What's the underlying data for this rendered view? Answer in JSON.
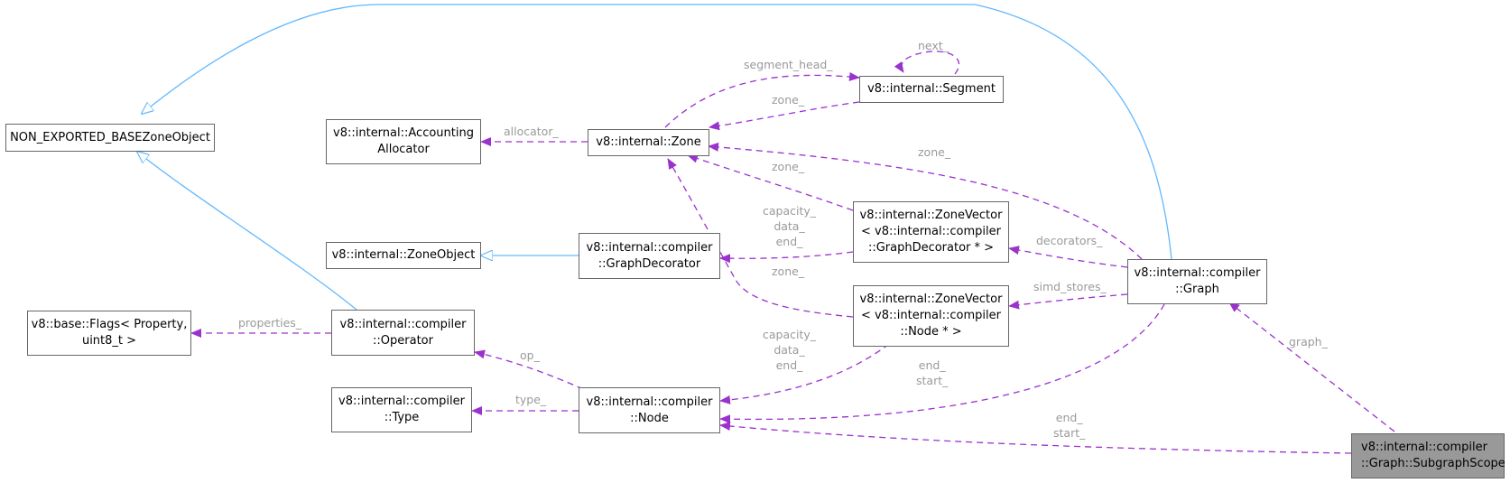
{
  "nodes": {
    "subgraph_scope": [
      "v8::internal::compiler",
      "::Graph::SubgraphScope"
    ],
    "graph": [
      "v8::internal::compiler",
      "::Graph"
    ],
    "non_exported": [
      "NON_EXPORTED_BASEZoneObject"
    ],
    "zone_vector_decorator": [
      "v8::internal::ZoneVector",
      "< v8::internal::compiler",
      "::GraphDecorator * >"
    ],
    "zone_vector_node": [
      "v8::internal::ZoneVector",
      "< v8::internal::compiler",
      "::Node * >"
    ],
    "zone": [
      "v8::internal::Zone"
    ],
    "accounting_allocator": [
      "v8::internal::Accounting",
      "Allocator"
    ],
    "segment": [
      "v8::internal::Segment"
    ],
    "graph_decorator": [
      "v8::internal::compiler",
      "::GraphDecorator"
    ],
    "zone_object": [
      "v8::internal::ZoneObject"
    ],
    "node": [
      "v8::internal::compiler",
      "::Node"
    ],
    "operator": [
      "v8::internal::compiler",
      "::Operator"
    ],
    "flags": [
      "v8::base::Flags< Property,",
      "uint8_t >"
    ],
    "type": [
      "v8::internal::compiler",
      "::Type"
    ]
  },
  "edge_labels": {
    "graph": "graph_",
    "end_start_scope": [
      "end_",
      "start_"
    ],
    "end_start_graph": [
      "end_",
      "start_"
    ],
    "decorators": "decorators_",
    "simd_stores": "simd_stores_",
    "zone_graph": "zone_",
    "zone_decorator": "zone_",
    "zone_node_vec": "zone_",
    "zone_segment": "zone_",
    "segment_head": "segment_head_",
    "next": "next_",
    "allocator": "allocator_",
    "cde_decorator": [
      "capacity_",
      "data_",
      "end_"
    ],
    "cde_node": [
      "capacity_",
      "data_",
      "end_"
    ],
    "op": "op_",
    "type": "type_",
    "properties": "properties_"
  },
  "colors": {
    "inheritance": "#63b8ff",
    "usage": "#9a32cd",
    "label": "#9a9a9a",
    "highlight_fill": "#999999",
    "node_border": "#666666"
  }
}
